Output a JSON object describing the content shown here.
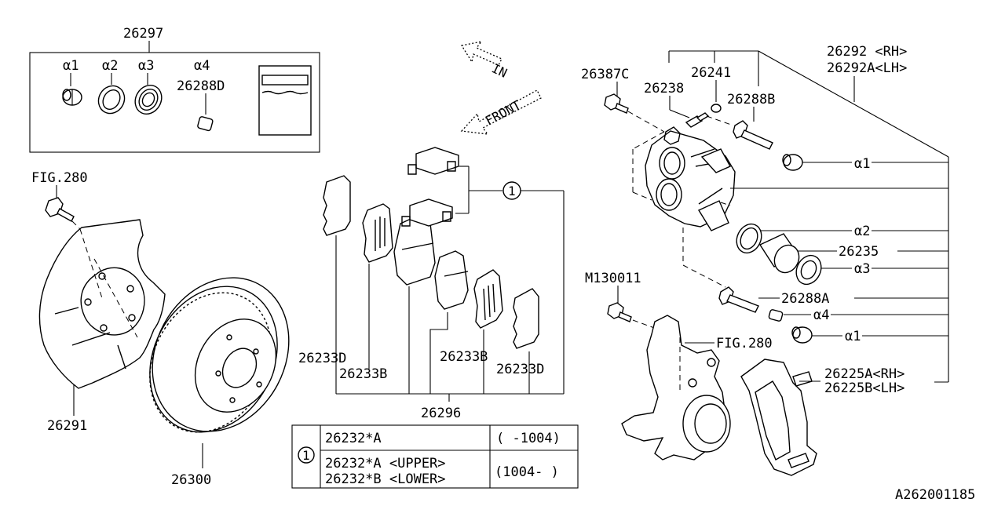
{
  "diagram": {
    "kit": {
      "number": "26297",
      "items": [
        "α1",
        "α2",
        "α3",
        "α4"
      ],
      "pin_label": "26288D"
    },
    "arrows": {
      "in": "IN",
      "front": "FRONT"
    },
    "labels": {
      "fig280_top": "FIG.280",
      "fig280_knuckle": "FIG.280",
      "backing_plate": "26291",
      "rotor": "26300",
      "pad_shim_left": "26233D",
      "pad_left": "26233B",
      "pad_right": "26233B",
      "pad_shim_right": "26233D",
      "pad_set": "26296",
      "circle_ref": "1",
      "bolt_caliper": "26387C",
      "bleeder": "26238",
      "bleeder_cap": "26241",
      "guide_pin_upper": "26288B",
      "caliper_rh": "26292 <RH>",
      "caliper_lh": "26292A<LH>",
      "boot_a1_upper": "α1",
      "seal_a2": "α2",
      "piston": "26235",
      "boot_a3": "α3",
      "bolt_m": "M130011",
      "guide_pin_lower": "26288A",
      "pin_a4": "α4",
      "boot_a1_lower": "α1",
      "support_rh": "26225A<RH>",
      "support_lh": "26225B<LH>",
      "drawing_code": "A262001185"
    },
    "table": {
      "ref": "1",
      "rows": [
        {
          "parts": [
            "26232*A"
          ],
          "range": "( -1004)"
        },
        {
          "parts": [
            "26232*A <UPPER>",
            "26232*B <LOWER>"
          ],
          "range": "(1004- )"
        }
      ]
    }
  }
}
